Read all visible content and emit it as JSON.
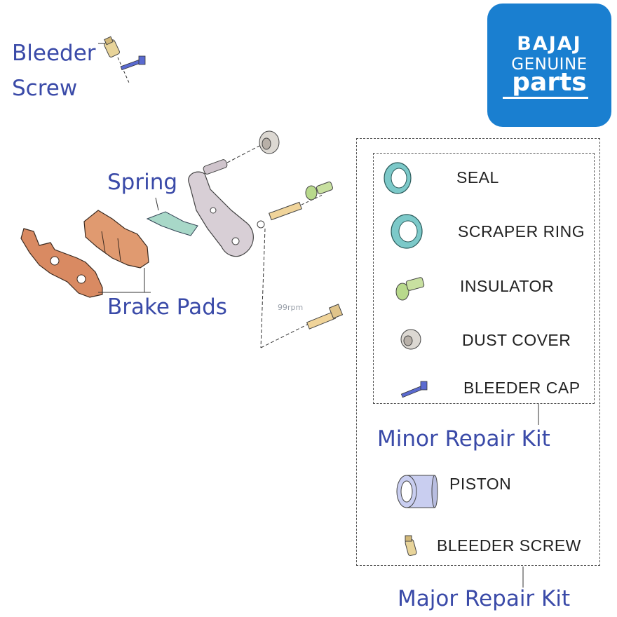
{
  "labels": {
    "bleeder_screw_line1": "Bleeder",
    "bleeder_screw_line2": "Screw",
    "spring": "Spring",
    "brake_pads": "Brake Pads",
    "minor_repair_kit": "Minor Repair Kit",
    "major_repair_kit": "Major Repair Kit"
  },
  "logo": {
    "brand": "BAJAJ",
    "line2": "GENUINE",
    "line3": "parts"
  },
  "watermark": "99rpm",
  "minor_kit_parts": [
    "SEAL",
    "SCRAPER RING",
    "INSULATOR",
    "DUST COVER",
    "BLEEDER CAP"
  ],
  "major_kit_parts": [
    "PISTON",
    "BLEEDER SCREW"
  ],
  "colors": {
    "label_blue": "#3a4aa8",
    "logo_blue": "#1a7fd0",
    "pad_copper": "#d98a62",
    "seal_teal": "#7cc9c9",
    "insulator_green": "#b8d98c",
    "piston_blue": "#c9cef0",
    "caliper_grey": "#d8cfd6"
  }
}
